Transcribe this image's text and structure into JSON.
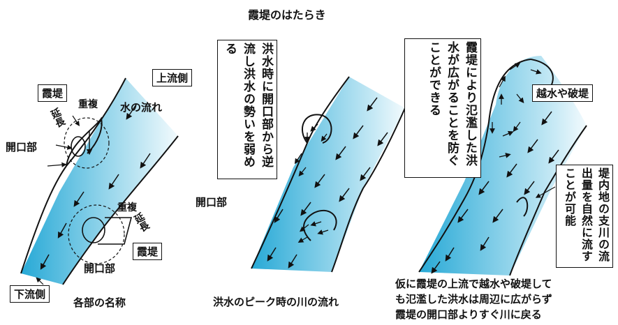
{
  "title": "霞堤のはたらき",
  "panel1": {
    "caption": "各部の名称",
    "upstream": "上流側",
    "downstream": "下流側",
    "flow": "水の流れ",
    "kasumitei_top": "霞堤",
    "kasumitei_bottom": "霞堤",
    "overlap_top": "重複",
    "overlap_bottom": "重複",
    "extension_top": "延長",
    "extension_bottom": "延長",
    "opening_top": "開口部",
    "opening_bottom": "開口部"
  },
  "panel2": {
    "caption": "洪水のピーク時の川の流れ",
    "note": "洪水時に開口部から逆流し洪水の勢いを弱める",
    "opening": "開口部"
  },
  "panel3": {
    "note_top": "霞堤により氾濫した洪水が広がることを防ぐことができる",
    "overflow": "越水や破堤",
    "note_right": "堤内地の支川の流出量を自然に流すことが可能",
    "caption_lines": [
      "仮に霞堤の上流で越水や破堤して",
      "も氾濫した洪水は周辺に広がらず",
      "霞堤の開口部よりすぐ川に戻る"
    ]
  },
  "colors": {
    "water_edge": "#27a9d6",
    "water_center": "#e6f6fb",
    "ink": "#111111"
  }
}
